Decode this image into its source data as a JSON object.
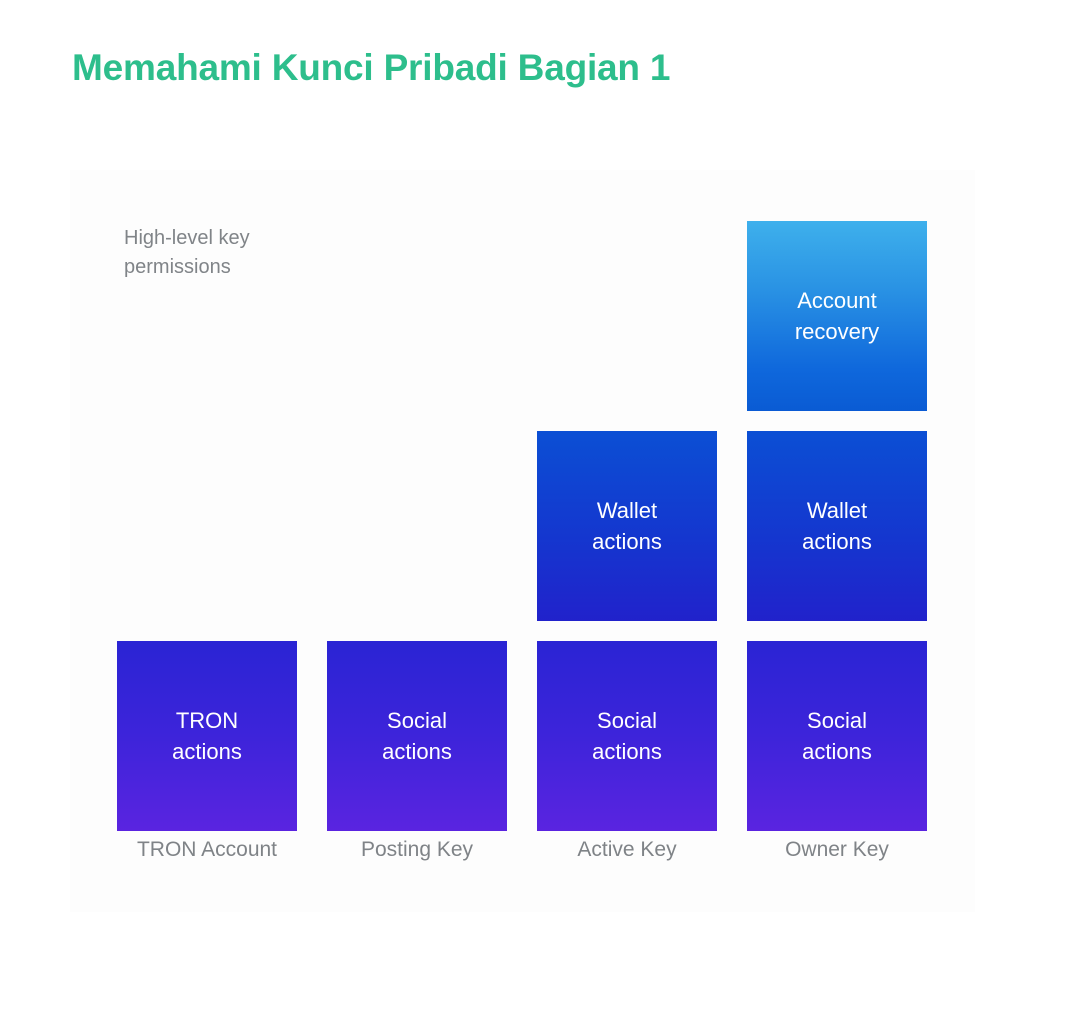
{
  "slide": {
    "title": "Memahami Kunci Pribadi Bagian 1",
    "title_color": "#2dbe8c",
    "background_color": "#ffffff",
    "panel_color": "#fdfdfd"
  },
  "legend": {
    "note": "High-level key permissions",
    "note_color": "#808488"
  },
  "matrix": {
    "columns": [
      {
        "caption": "TRON Account"
      },
      {
        "caption": "Posting Key"
      },
      {
        "caption": "Active Key"
      },
      {
        "caption": "Owner Key"
      }
    ],
    "rows": [
      {
        "tier": "account-recovery",
        "cells": [
          null,
          null,
          null,
          "Account\nrecovery"
        ]
      },
      {
        "tier": "wallet-actions",
        "cells": [
          null,
          null,
          "Wallet\nactions",
          "Wallet\nactions"
        ]
      },
      {
        "tier": "social-actions",
        "cells": [
          "TRON\nactions",
          "Social\nactions",
          "Social\nactions",
          "Social\nactions"
        ]
      }
    ],
    "colors": {
      "account_recovery_top": "#3eb0ec",
      "account_recovery_bottom": "#0a5bd4",
      "wallet_actions_top": "#0b4fd4",
      "wallet_actions_bottom": "#2122cb",
      "social_actions_top": "#2a24d4",
      "social_actions_bottom": "#5a24e0",
      "box_text": "#ffffff",
      "caption_text": "#7f8387"
    }
  }
}
